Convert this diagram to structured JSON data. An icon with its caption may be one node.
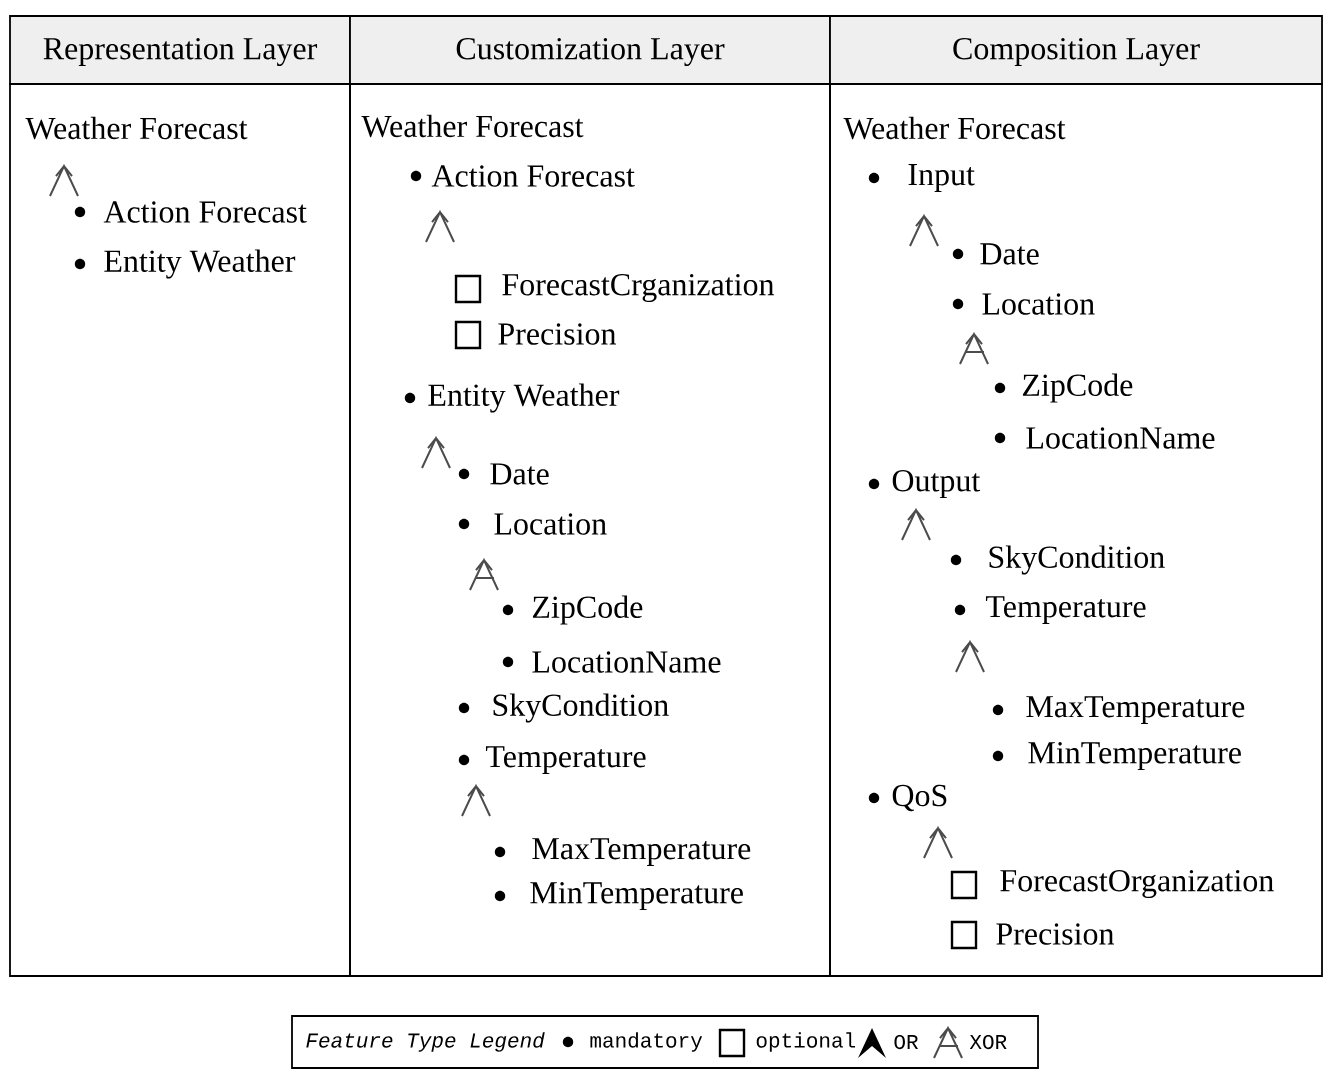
{
  "diagram": {
    "nodes": [
      {
        "text": [
          "Representation Layer"
        ]
      },
      {
        "text": [
          "Customization Layer"
        ]
      },
      {
        "text": [
          "Composition Layer"
        ]
      },
      {
        "text": [
          "Weather Forecast"
        ],
        "in": 0
      },
      {
        "text": [
          "Action Forecast"
        ],
        "in": 0
      },
      {
        "text": [
          "Entity Weather"
        ],
        "in": 0
      },
      {
        "text": [
          "Weather Forecast"
        ],
        "in": 1
      },
      {
        "text": [
          "Action Forecast"
        ],
        "in": 1
      },
      {
        "text": [
          "ForecastCrganization"
        ],
        "in": 1
      },
      {
        "text": [
          "Precision"
        ],
        "in": 1
      },
      {
        "text": [
          "Entity Weather"
        ],
        "in": 1
      },
      {
        "text": [
          "Date"
        ],
        "in": 1
      },
      {
        "text": [
          "Location"
        ],
        "in": 1
      },
      {
        "text": [
          "ZipCode"
        ],
        "in": 1
      },
      {
        "text": [
          "LocationName"
        ],
        "in": 1
      },
      {
        "text": [
          "SkyCondition"
        ],
        "in": 1
      },
      {
        "text": [
          "Temperature"
        ],
        "in": 1
      },
      {
        "text": [
          "MaxTemperature"
        ],
        "in": 1
      },
      {
        "text": [
          "MinTemperature"
        ],
        "in": 1
      },
      {
        "text": [
          "Weather Forecast"
        ],
        "in": 2
      },
      {
        "text": [
          "Input"
        ],
        "in": 2
      },
      {
        "text": [
          "Date"
        ],
        "in": 2
      },
      {
        "text": [
          "Location"
        ],
        "in": 2
      },
      {
        "text": [
          "ZipCode"
        ],
        "in": 2
      },
      {
        "text": [
          "LocationName"
        ],
        "in": 2
      },
      {
        "text": [
          "Output"
        ],
        "in": 2
      },
      {
        "text": [
          "SkyCondition"
        ],
        "in": 2
      },
      {
        "text": [
          "Temperature"
        ],
        "in": 2
      },
      {
        "text": [
          "MaxTemperature"
        ],
        "in": 2
      },
      {
        "text": [
          "MinTemperature"
        ],
        "in": 2
      },
      {
        "text": [
          "QoS"
        ],
        "in": 2
      },
      {
        "text": [
          "ForecastOrganization"
        ],
        "in": 2
      },
      {
        "text": [
          "Precision"
        ],
        "in": 2
      }
    ],
    "labels": [
      "Feature Type Legend"
    ],
    "legend": [
      {
        "text": "mandatory"
      },
      {
        "text": "optional"
      },
      {
        "text": "OR"
      },
      {
        "text": "XOR"
      }
    ]
  }
}
